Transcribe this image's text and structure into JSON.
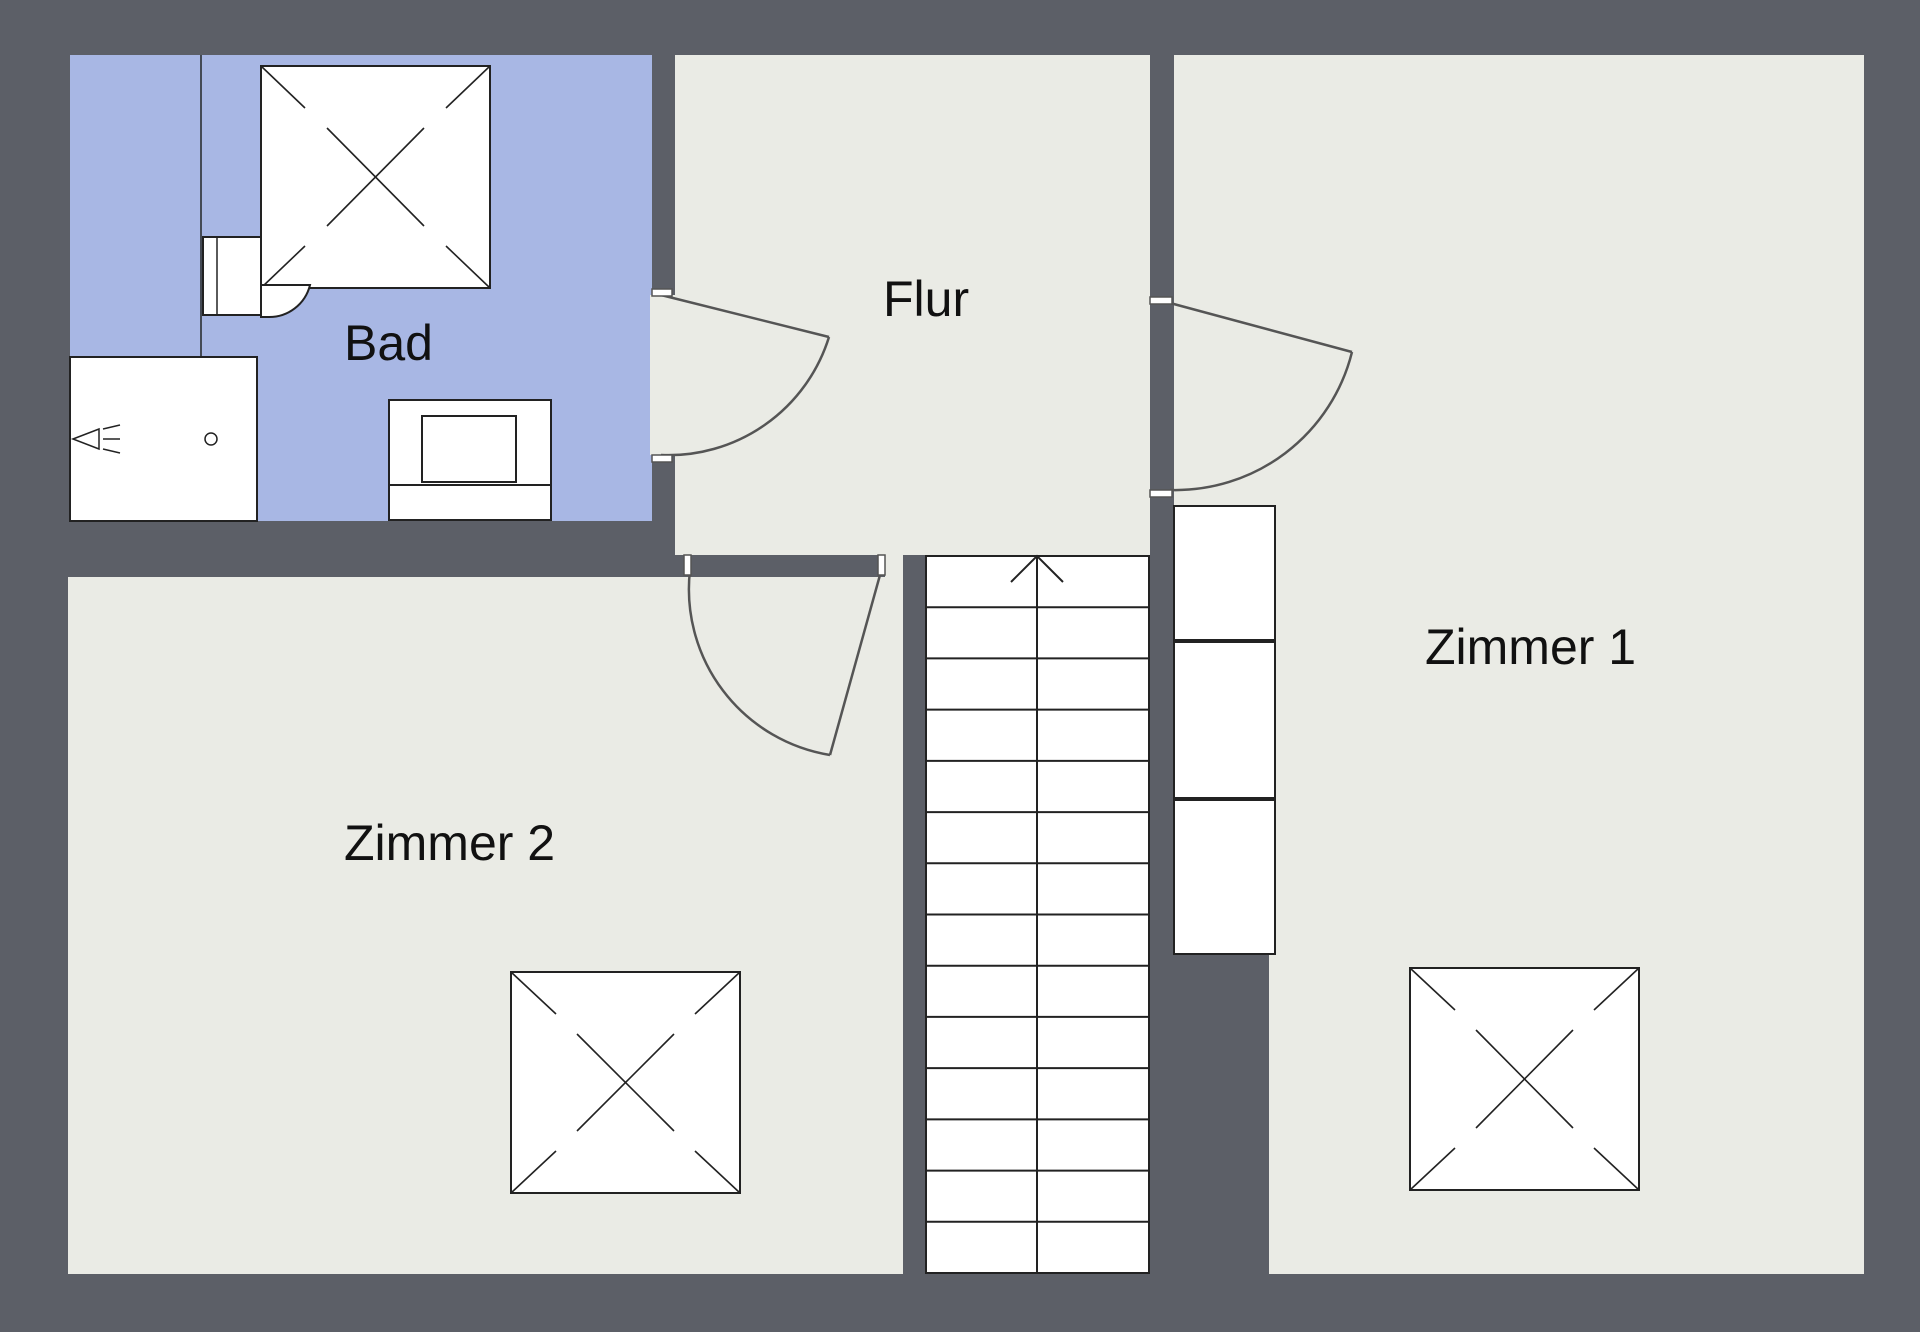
{
  "colors": {
    "wall": "#5c5f67",
    "floor": "#eaebe5",
    "bath": "#a8b7e4",
    "fixture": "#ffffff",
    "line": "#333333",
    "text": "#111111"
  },
  "rooms": {
    "bad": {
      "label": "Bad"
    },
    "flur": {
      "label": "Flur"
    },
    "zimmer1": {
      "label": "Zimmer 1"
    },
    "zimmer2": {
      "label": "Zimmer 2"
    }
  },
  "icons": {
    "skylight": "skylight-icon",
    "stairs": "staircase-icon",
    "toilet": "toilet-icon",
    "shower": "shower-icon",
    "sink": "sink-icon",
    "door": "door-swing-icon",
    "wardrobe": "wardrobe-icon"
  },
  "stairs": {
    "steps": 14,
    "direction": "up"
  }
}
